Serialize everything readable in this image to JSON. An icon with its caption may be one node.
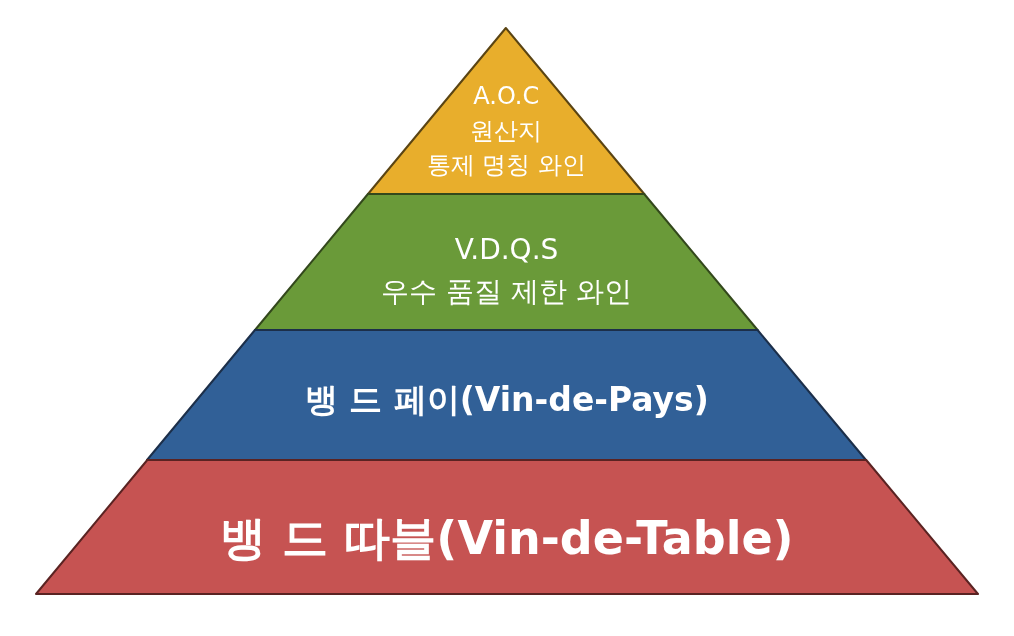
{
  "diagram": {
    "nodes": [
      {
        "text": [
          "A.O.C",
          "원산지 통제 명칭 와인"
        ]
      },
      {
        "text": [
          "V.D.Q.S",
          "우수 품질 제한 와인"
        ]
      },
      {
        "text": [
          "뱅 드 페이(Vin-de-Pays)"
        ]
      },
      {
        "text": [
          "뱅 드 따블(Vin-de-Table)"
        ]
      }
    ]
  }
}
